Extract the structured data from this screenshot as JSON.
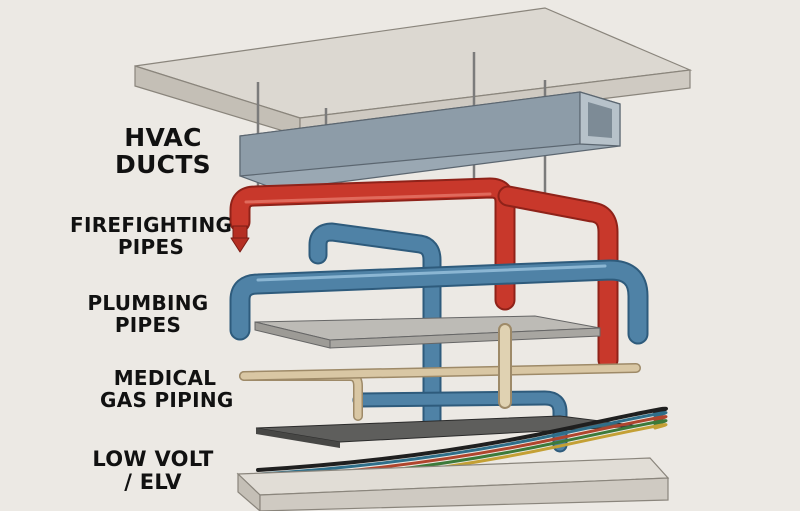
{
  "labels": {
    "hvac": {
      "line1": "HVAC",
      "line2": "DUCTS"
    },
    "firefighting": {
      "line1": "FIREFIGHTING",
      "line2": "PIPES"
    },
    "plumbing": {
      "line1": "PLUMBING",
      "line2": "PIPES"
    },
    "medical_gas": {
      "line1": "MEDICAL",
      "line2": "GAS PIPING"
    },
    "low_volt": {
      "line1": "LOW VOLT",
      "line2": "/ ELV"
    }
  },
  "colors": {
    "background": "#ece9e4",
    "slab_top": "#d8d4cd",
    "slab_side": "#c2bdb4",
    "duct": "#8f9fac",
    "fire_pipe": "#c8382b",
    "plumbing_pipe": "#4f82a6",
    "gas_pipe": "#d9c7a4",
    "cable_tray": "#a8a6a1",
    "cables": [
      "#1f1f1f",
      "#2f6f8a",
      "#b0452d",
      "#3d7a3a",
      "#c4a035"
    ]
  },
  "icons": {
    "sprinkler": "sprinkler-head-icon"
  }
}
